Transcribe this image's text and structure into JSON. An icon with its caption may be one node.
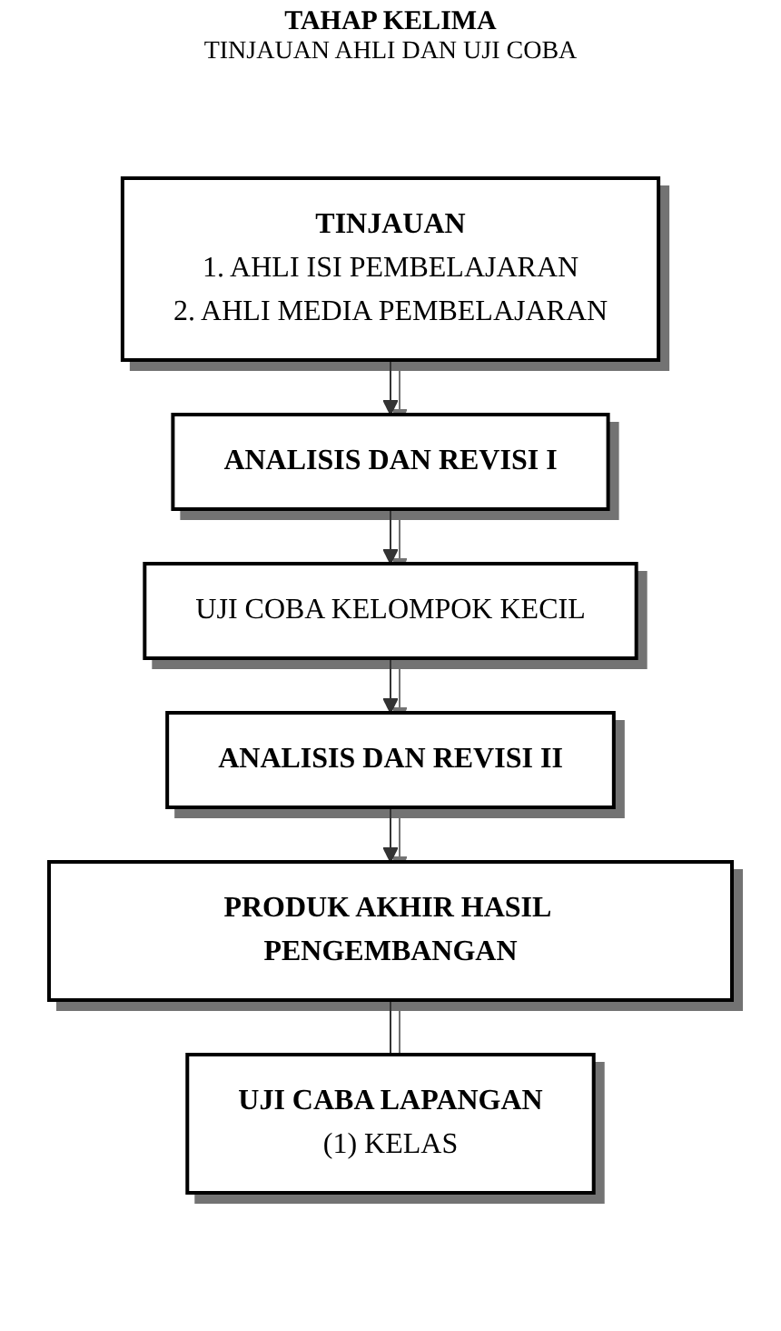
{
  "diagram": {
    "title": "TAHAP KELIMA",
    "nodes": [
      {
        "text": [
          "TINJAUAN",
          "1. AHLI ISI PEMBELAJARAN",
          "2. AHLI MEDIA PEMBELAJARAN"
        ]
      },
      {
        "text": [
          "ANALISIS DAN REVISI I"
        ]
      },
      {
        "text": [
          "UJI COBA KELOMPOK KECIL"
        ]
      },
      {
        "text": [
          "ANALISIS DAN REVISI II"
        ]
      },
      {
        "text": [
          "PRODUK AKHIR HASIL PENGEMBANGAN"
        ]
      },
      {
        "text": [
          "UJI CABA LAPANGAN",
          "(1) KELAS"
        ]
      }
    ],
    "edges": [
      {
        "from": 0,
        "to": 1,
        "arrow": "to"
      },
      {
        "from": 1,
        "to": 2,
        "arrow": "to"
      },
      {
        "from": 2,
        "to": 3,
        "arrow": "to"
      },
      {
        "from": 3,
        "to": 4,
        "arrow": "to"
      },
      {
        "from": 4,
        "to": 5,
        "arrow": "none"
      }
    ],
    "labels": [
      "TINJAUAN AHLI DAN UJI COBA"
    ]
  }
}
